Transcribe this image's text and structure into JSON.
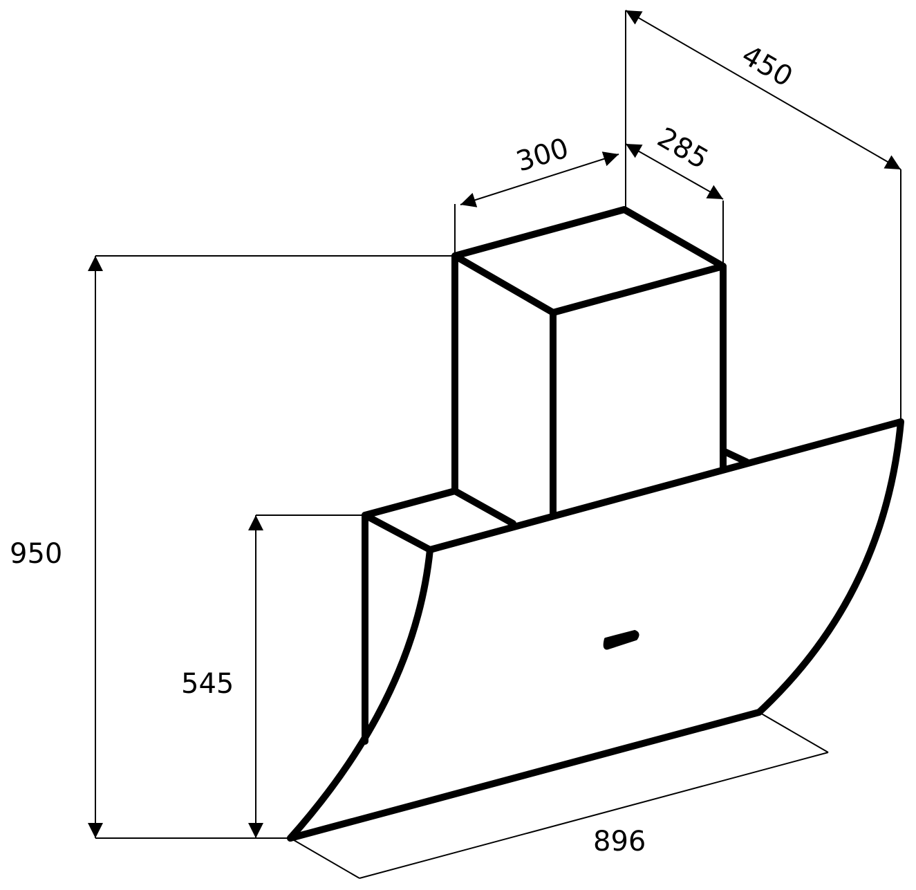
{
  "dimensions": {
    "height_total": "950",
    "height_panel": "545",
    "width": "896",
    "depth_total": "450",
    "chimney_width": "300",
    "chimney_depth": "285"
  }
}
